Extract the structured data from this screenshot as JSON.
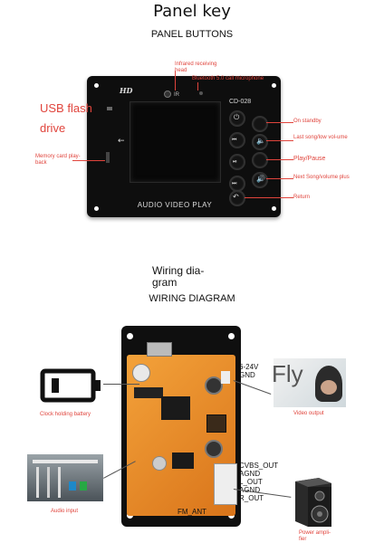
{
  "panel": {
    "title": "Panel key",
    "subtitle": "PANEL BUTTONS",
    "model": "CD-028",
    "logo": "HD",
    "bezel_text": "AUDIO VIDEO PLAY",
    "usb_label_line1": "USB flash",
    "usb_label_line2": "drive",
    "labels": {
      "infrared": "Infrared receiving head",
      "ir_mark": "IR",
      "bluetooth_mic": "Bluetooth 5.0 call microphone",
      "memory_card": "Memory card play-back",
      "on_standby": "On standby",
      "last_song": "Last song/low vol-ume",
      "play_pause": "Play/Pause",
      "next_song": "Next Song/volume plus",
      "return": "Return"
    },
    "colors": {
      "label": "#e0443c",
      "bezel": "#0e0e0e",
      "screen": "#080808"
    }
  },
  "wiring": {
    "title_line1": "Wiring dia-",
    "title_line2": "gram",
    "subtitle": "WIRING DIAGRAM",
    "power_pins_line1": "6-24V",
    "power_pins_line2": "GND",
    "pins": [
      "CVBS_OUT",
      "AGND",
      "L_OUT",
      "AGND",
      "R_OUT"
    ],
    "fm_ant": "FM_ANT",
    "video_output": "Video output",
    "fly_text": "Fly",
    "clock_battery": "Clock holding battery",
    "audio_input": "Audio input",
    "power_amplifier": "Power ampli-fier",
    "colors": {
      "board": "#e88a1c",
      "frame": "#0f0f0f"
    }
  },
  "icons": [
    "battery-icon",
    "speaker-icon",
    "audio-cable-photo",
    "video-output-photo"
  ]
}
